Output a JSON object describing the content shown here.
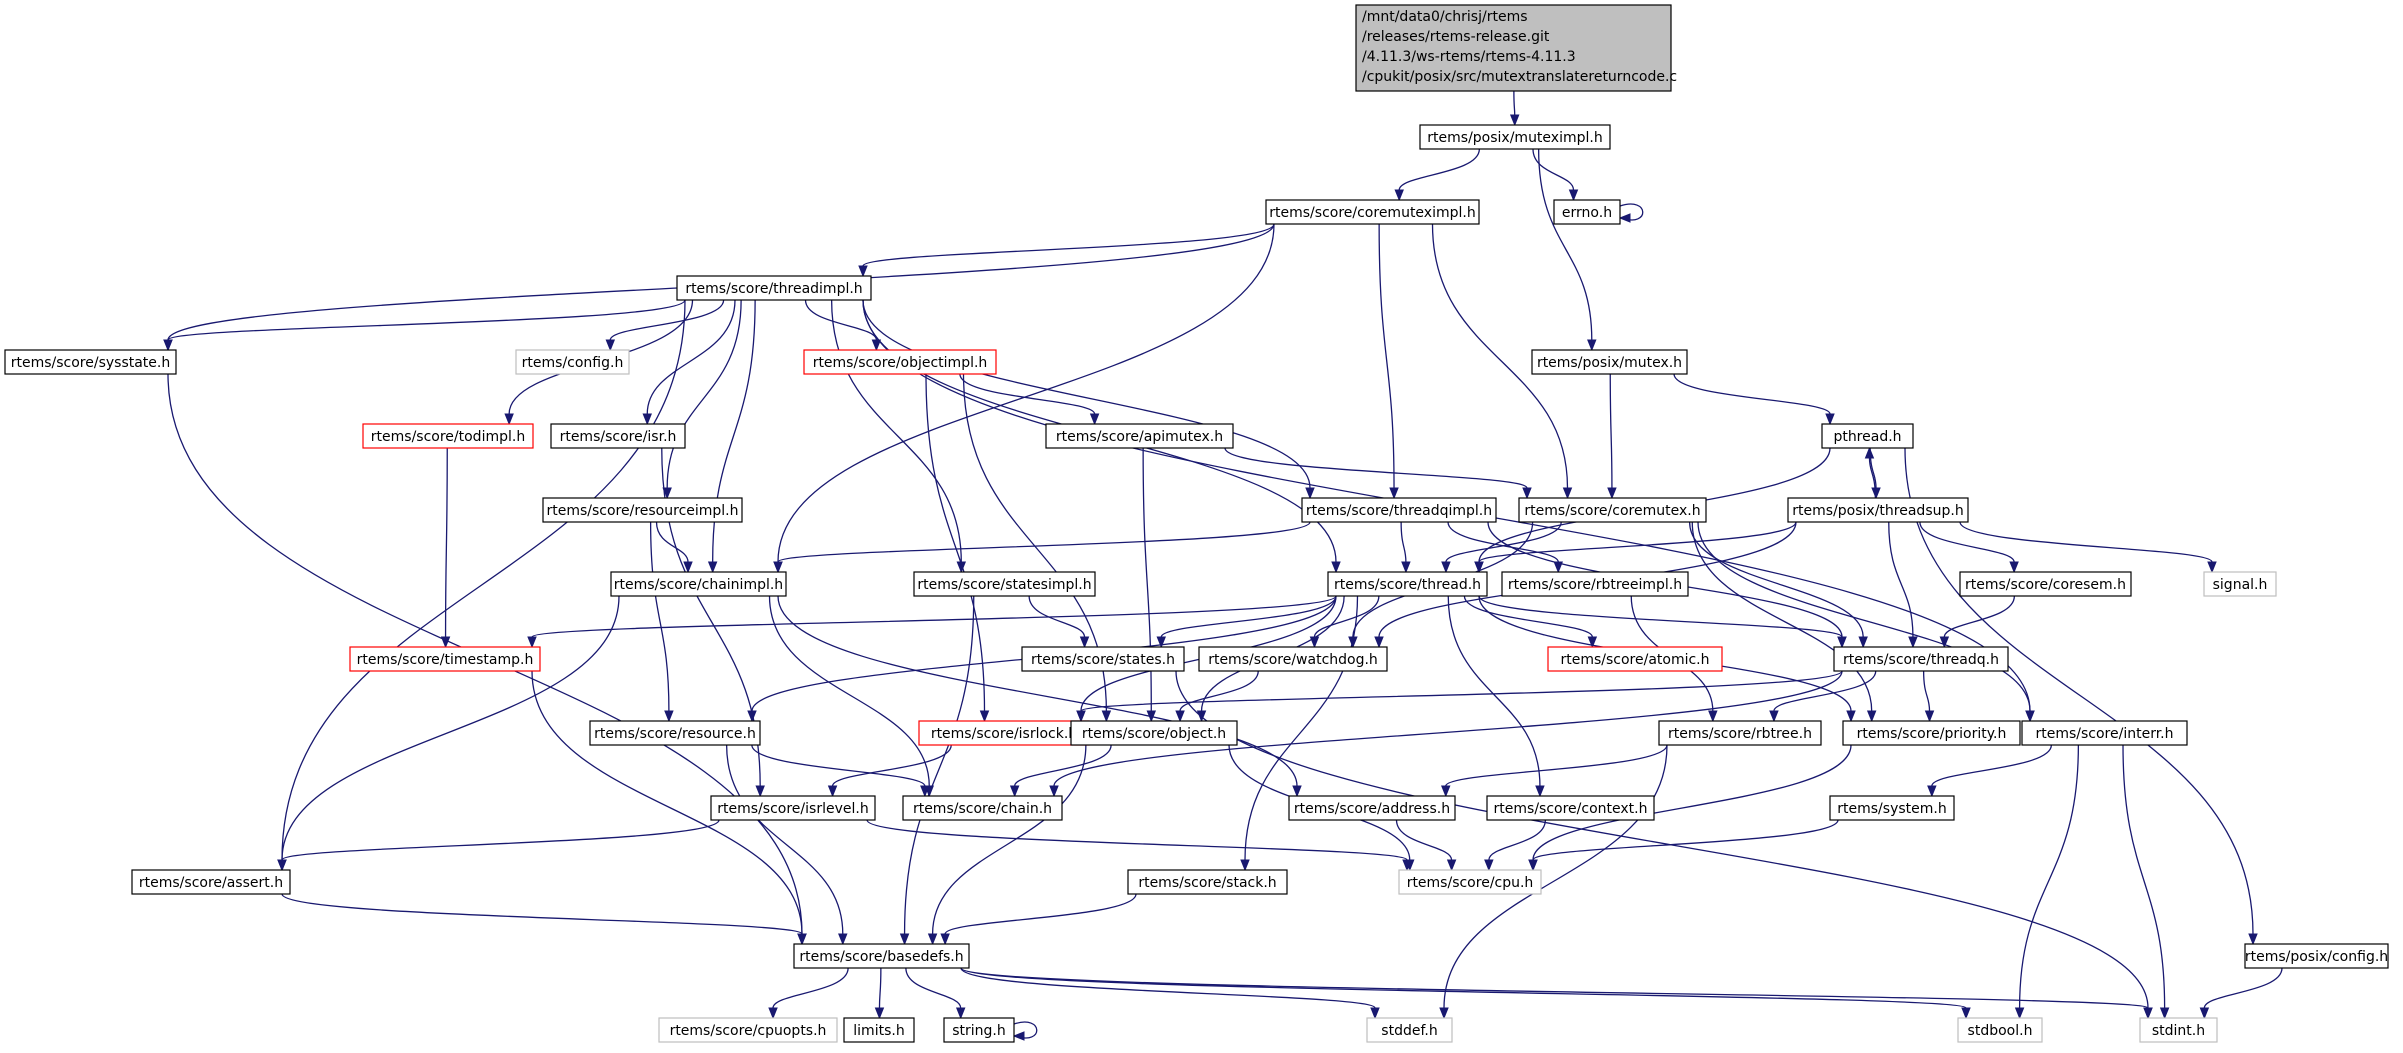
{
  "title": "Include dependency graph for mutextranslatereturncode.c",
  "colors": {
    "edge": "#191970",
    "node_border": "#000000",
    "root_fill": "#bfbfbf",
    "incomplete_border": "#ff0000",
    "external_border": "#bfbfbf"
  },
  "nodes": [
    {
      "id": "root",
      "kind": "root",
      "lines": [
        "/mnt/data0/chrisj/rtems",
        "/releases/rtems-release.git",
        "/4.11.3/ws-rtems/rtems-4.11.3",
        "/cpukit/posix/src/mutextranslatereturncode.c"
      ]
    },
    {
      "id": "muteximpl",
      "kind": "normal",
      "lines": [
        "rtems/posix/muteximpl.h"
      ]
    },
    {
      "id": "coremuteximpl",
      "kind": "normal",
      "lines": [
        "rtems/score/coremuteximpl.h"
      ]
    },
    {
      "id": "errno",
      "kind": "normal",
      "lines": [
        "errno.h"
      ]
    },
    {
      "id": "threadimpl",
      "kind": "normal",
      "lines": [
        "rtems/score/threadimpl.h"
      ]
    },
    {
      "id": "sysstate",
      "kind": "normal",
      "lines": [
        "rtems/score/sysstate.h"
      ]
    },
    {
      "id": "config",
      "kind": "external",
      "lines": [
        "rtems/config.h"
      ]
    },
    {
      "id": "objectimpl",
      "kind": "incomplete",
      "lines": [
        "rtems/score/objectimpl.h"
      ]
    },
    {
      "id": "posixmutex",
      "kind": "normal",
      "lines": [
        "rtems/posix/mutex.h"
      ]
    },
    {
      "id": "todimpl",
      "kind": "incomplete",
      "lines": [
        "rtems/score/todimpl.h"
      ]
    },
    {
      "id": "isr",
      "kind": "normal",
      "lines": [
        "rtems/score/isr.h"
      ]
    },
    {
      "id": "apimutex",
      "kind": "normal",
      "lines": [
        "rtems/score/apimutex.h"
      ]
    },
    {
      "id": "pthread",
      "kind": "normal",
      "lines": [
        "pthread.h"
      ]
    },
    {
      "id": "resourceimpl",
      "kind": "normal",
      "lines": [
        "rtems/score/resourceimpl.h"
      ]
    },
    {
      "id": "threadqimpl",
      "kind": "normal",
      "lines": [
        "rtems/score/threadqimpl.h"
      ]
    },
    {
      "id": "coremutex",
      "kind": "normal",
      "lines": [
        "rtems/score/coremutex.h"
      ]
    },
    {
      "id": "threadsup",
      "kind": "normal",
      "lines": [
        "rtems/posix/threadsup.h"
      ]
    },
    {
      "id": "chainimpl",
      "kind": "normal",
      "lines": [
        "rtems/score/chainimpl.h"
      ]
    },
    {
      "id": "statesimpl",
      "kind": "normal",
      "lines": [
        "rtems/score/statesimpl.h"
      ]
    },
    {
      "id": "thread",
      "kind": "normal",
      "lines": [
        "rtems/score/thread.h"
      ]
    },
    {
      "id": "rbtreeimpl",
      "kind": "normal",
      "lines": [
        "rtems/score/rbtreeimpl.h"
      ]
    },
    {
      "id": "coresem",
      "kind": "normal",
      "lines": [
        "rtems/score/coresem.h"
      ]
    },
    {
      "id": "signal",
      "kind": "external",
      "lines": [
        "signal.h"
      ]
    },
    {
      "id": "timestamp",
      "kind": "incomplete",
      "lines": [
        "rtems/score/timestamp.h"
      ]
    },
    {
      "id": "states",
      "kind": "normal",
      "lines": [
        "rtems/score/states.h"
      ]
    },
    {
      "id": "watchdog",
      "kind": "normal",
      "lines": [
        "rtems/score/watchdog.h"
      ]
    },
    {
      "id": "atomic",
      "kind": "incomplete",
      "lines": [
        "rtems/score/atomic.h"
      ]
    },
    {
      "id": "threadq",
      "kind": "normal",
      "lines": [
        "rtems/score/threadq.h"
      ]
    },
    {
      "id": "resource",
      "kind": "normal",
      "lines": [
        "rtems/score/resource.h"
      ]
    },
    {
      "id": "isrlock",
      "kind": "incomplete",
      "lines": [
        "rtems/score/isrlock.h"
      ]
    },
    {
      "id": "object",
      "kind": "normal",
      "lines": [
        "rtems/score/object.h"
      ]
    },
    {
      "id": "rbtree",
      "kind": "normal",
      "lines": [
        "rtems/score/rbtree.h"
      ]
    },
    {
      "id": "priority",
      "kind": "normal",
      "lines": [
        "rtems/score/priority.h"
      ]
    },
    {
      "id": "interr",
      "kind": "normal",
      "lines": [
        "rtems/score/interr.h"
      ]
    },
    {
      "id": "isrlevel",
      "kind": "normal",
      "lines": [
        "rtems/score/isrlevel.h"
      ]
    },
    {
      "id": "chain",
      "kind": "normal",
      "lines": [
        "rtems/score/chain.h"
      ]
    },
    {
      "id": "address",
      "kind": "normal",
      "lines": [
        "rtems/score/address.h"
      ]
    },
    {
      "id": "context",
      "kind": "normal",
      "lines": [
        "rtems/score/context.h"
      ]
    },
    {
      "id": "system",
      "kind": "normal",
      "lines": [
        "rtems/system.h"
      ]
    },
    {
      "id": "assert",
      "kind": "normal",
      "lines": [
        "rtems/score/assert.h"
      ]
    },
    {
      "id": "stack",
      "kind": "normal",
      "lines": [
        "rtems/score/stack.h"
      ]
    },
    {
      "id": "cpu",
      "kind": "external",
      "lines": [
        "rtems/score/cpu.h"
      ]
    },
    {
      "id": "basedefs",
      "kind": "normal",
      "lines": [
        "rtems/score/basedefs.h"
      ]
    },
    {
      "id": "posixconfig",
      "kind": "normal",
      "lines": [
        "rtems/posix/config.h"
      ]
    },
    {
      "id": "cpuopts",
      "kind": "external",
      "lines": [
        "rtems/score/cpuopts.h"
      ]
    },
    {
      "id": "limits",
      "kind": "normal",
      "lines": [
        "limits.h"
      ]
    },
    {
      "id": "string",
      "kind": "normal",
      "lines": [
        "string.h"
      ]
    },
    {
      "id": "stddef",
      "kind": "external",
      "lines": [
        "stddef.h"
      ]
    },
    {
      "id": "stdbool",
      "kind": "external",
      "lines": [
        "stdbool.h"
      ]
    },
    {
      "id": "stdint",
      "kind": "external",
      "lines": [
        "stdint.h"
      ]
    }
  ],
  "edges": [
    [
      "root",
      "muteximpl"
    ],
    [
      "muteximpl",
      "coremuteximpl"
    ],
    [
      "muteximpl",
      "errno"
    ],
    [
      "muteximpl",
      "posixmutex"
    ],
    [
      "errno",
      "errno"
    ],
    [
      "coremuteximpl",
      "threadimpl"
    ],
    [
      "coremuteximpl",
      "sysstate"
    ],
    [
      "coremuteximpl",
      "chainimpl"
    ],
    [
      "coremuteximpl",
      "threadqimpl"
    ],
    [
      "coremuteximpl",
      "coremutex"
    ],
    [
      "threadimpl",
      "sysstate"
    ],
    [
      "threadimpl",
      "config"
    ],
    [
      "threadimpl",
      "objectimpl"
    ],
    [
      "threadimpl",
      "todimpl"
    ],
    [
      "threadimpl",
      "isr"
    ],
    [
      "threadimpl",
      "resourceimpl"
    ],
    [
      "threadimpl",
      "chainimpl"
    ],
    [
      "threadimpl",
      "statesimpl"
    ],
    [
      "threadimpl",
      "thread"
    ],
    [
      "threadimpl",
      "threadqimpl"
    ],
    [
      "threadimpl",
      "interr"
    ],
    [
      "threadimpl",
      "assert"
    ],
    [
      "sysstate",
      "basedefs"
    ],
    [
      "objectimpl",
      "apimutex"
    ],
    [
      "objectimpl",
      "object"
    ],
    [
      "objectimpl",
      "isrlock"
    ],
    [
      "posixmutex",
      "coremutex"
    ],
    [
      "posixmutex",
      "pthread"
    ],
    [
      "todimpl",
      "timestamp"
    ],
    [
      "isr",
      "isrlevel"
    ],
    [
      "apimutex",
      "coremutex"
    ],
    [
      "apimutex",
      "object"
    ],
    [
      "pthread",
      "threadsup"
    ],
    [
      "pthread",
      "thread"
    ],
    [
      "pthread",
      "posixconfig"
    ],
    [
      "threadsup",
      "pthread"
    ],
    [
      "threadsup",
      "thread"
    ],
    [
      "threadsup",
      "coresem"
    ],
    [
      "threadsup",
      "threadq"
    ],
    [
      "threadsup",
      "signal"
    ],
    [
      "threadsup",
      "watchdog"
    ],
    [
      "resourceimpl",
      "chainimpl"
    ],
    [
      "resourceimpl",
      "resource"
    ],
    [
      "threadqimpl",
      "chainimpl"
    ],
    [
      "threadqimpl",
      "thread"
    ],
    [
      "threadqimpl",
      "rbtreeimpl"
    ],
    [
      "threadqimpl",
      "threadq"
    ],
    [
      "coremutex",
      "thread"
    ],
    [
      "coremutex",
      "threadq"
    ],
    [
      "coremutex",
      "priority"
    ],
    [
      "coremutex",
      "watchdog"
    ],
    [
      "coremutex",
      "interr"
    ],
    [
      "chainimpl",
      "chain"
    ],
    [
      "chainimpl",
      "address"
    ],
    [
      "chainimpl",
      "assert"
    ],
    [
      "statesimpl",
      "states"
    ],
    [
      "statesimpl",
      "basedefs"
    ],
    [
      "thread",
      "timestamp"
    ],
    [
      "thread",
      "states"
    ],
    [
      "thread",
      "watchdog"
    ],
    [
      "thread",
      "atomic"
    ],
    [
      "thread",
      "threadq"
    ],
    [
      "thread",
      "resource"
    ],
    [
      "thread",
      "isrlock"
    ],
    [
      "thread",
      "object"
    ],
    [
      "thread",
      "priority"
    ],
    [
      "thread",
      "context"
    ],
    [
      "thread",
      "stack"
    ],
    [
      "rbtreeimpl",
      "rbtree"
    ],
    [
      "coresem",
      "threadq"
    ],
    [
      "timestamp",
      "basedefs"
    ],
    [
      "states",
      "stdint"
    ],
    [
      "watchdog",
      "object"
    ],
    [
      "threadq",
      "rbtree"
    ],
    [
      "threadq",
      "priority"
    ],
    [
      "threadq",
      "chain"
    ],
    [
      "threadq",
      "isrlock"
    ],
    [
      "resource",
      "chain"
    ],
    [
      "resource",
      "basedefs"
    ],
    [
      "isrlock",
      "isrlevel"
    ],
    [
      "object",
      "chain"
    ],
    [
      "object",
      "cpu"
    ],
    [
      "object",
      "basedefs"
    ],
    [
      "rbtree",
      "address"
    ],
    [
      "rbtree",
      "stddef"
    ],
    [
      "priority",
      "cpu"
    ],
    [
      "interr",
      "system"
    ],
    [
      "interr",
      "stdbool"
    ],
    [
      "interr",
      "stdint"
    ],
    [
      "isrlevel",
      "cpu"
    ],
    [
      "isrlevel",
      "assert"
    ],
    [
      "address",
      "cpu"
    ],
    [
      "context",
      "cpu"
    ],
    [
      "system",
      "cpu"
    ],
    [
      "assert",
      "basedefs"
    ],
    [
      "stack",
      "basedefs"
    ],
    [
      "basedefs",
      "cpuopts"
    ],
    [
      "basedefs",
      "limits"
    ],
    [
      "basedefs",
      "string"
    ],
    [
      "basedefs",
      "stddef"
    ],
    [
      "basedefs",
      "stdbool"
    ],
    [
      "basedefs",
      "stdint"
    ],
    [
      "string",
      "string"
    ],
    [
      "posixconfig",
      "stdint"
    ]
  ]
}
